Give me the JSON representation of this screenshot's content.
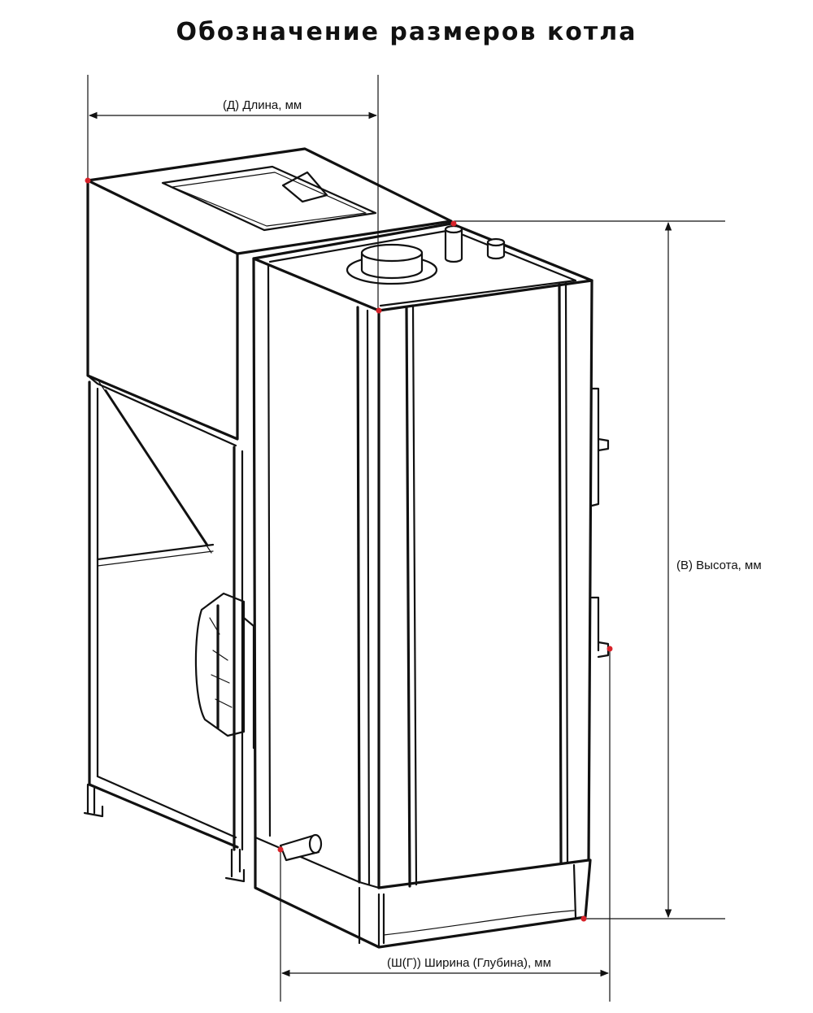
{
  "title": "Обозначение размеров котла",
  "dimensions": {
    "length_label": "(Д) Длина, мм",
    "height_label": "(В) Высота, мм",
    "width_label": "(Ш(Г)) Ширина (Глубина), мм"
  },
  "colors": {
    "marker": "#d8232a",
    "line": "#111111",
    "background": "#ffffff"
  }
}
